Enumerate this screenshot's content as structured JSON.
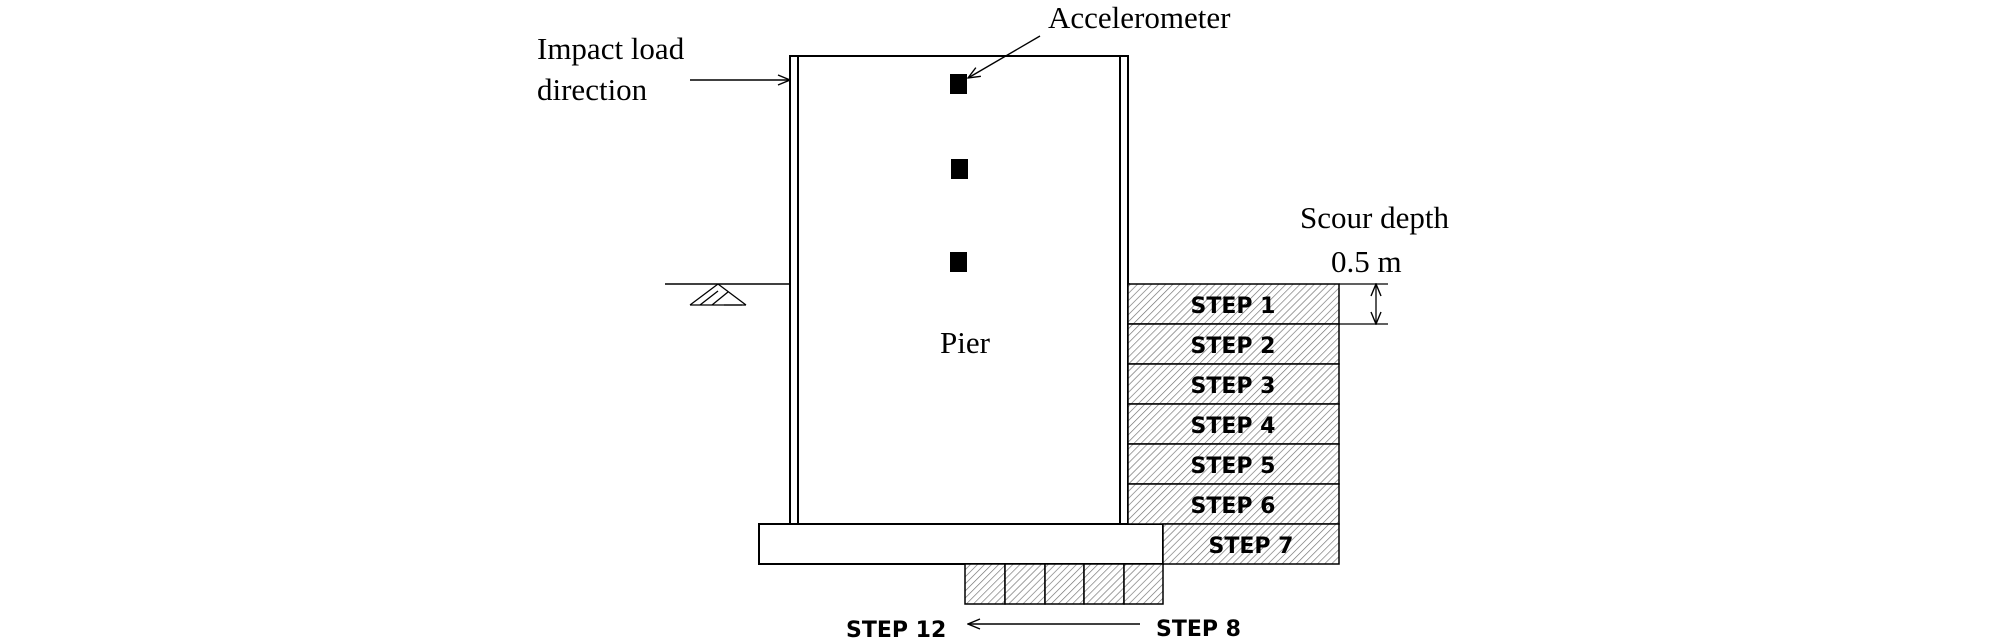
{
  "labels": {
    "impact_load_line1": "Impact load",
    "impact_load_line2": "direction",
    "accelerometer": "Accelerometer",
    "scour_depth_line1": "Scour depth",
    "scour_depth_line2": "0.5 m",
    "pier": "Pier"
  },
  "steps": [
    "STEP 1",
    "STEP 2",
    "STEP 3",
    "STEP 4",
    "STEP 5",
    "STEP 6",
    "STEP 7"
  ],
  "bottom_steps": {
    "start": "STEP 8",
    "end": "STEP 12"
  },
  "colors": {
    "line": "#000000",
    "hatch": "#6f6f6f",
    "fill": "#ffffff"
  }
}
